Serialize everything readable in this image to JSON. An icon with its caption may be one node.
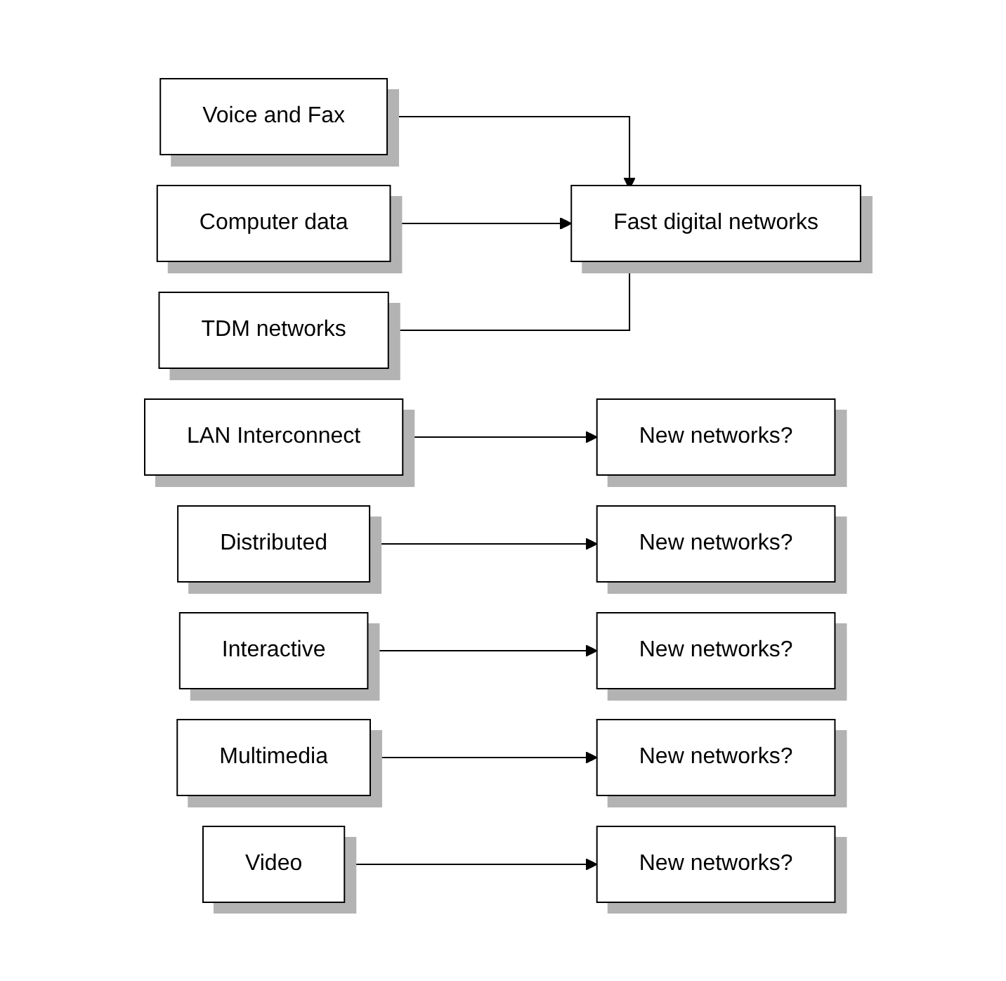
{
  "diagram": {
    "nodes": [
      {
        "text": [
          "Voice and Fax"
        ]
      },
      {
        "text": [
          "Computer data"
        ]
      },
      {
        "text": [
          "TDM networks"
        ]
      },
      {
        "text": [
          "Fast digital networks"
        ]
      },
      {
        "text": [
          "LAN Interconnect"
        ]
      },
      {
        "text": [
          "New networks?"
        ]
      },
      {
        "text": [
          "Distributed"
        ]
      },
      {
        "text": [
          "New networks?"
        ]
      },
      {
        "text": [
          "Interactive"
        ]
      },
      {
        "text": [
          "New networks?"
        ]
      },
      {
        "text": [
          "Multimedia"
        ]
      },
      {
        "text": [
          "New networks?"
        ]
      },
      {
        "text": [
          "Video"
        ]
      },
      {
        "text": [
          "New networks?"
        ]
      }
    ],
    "edges": [
      {
        "from": 0,
        "to": 3,
        "arrow": "to"
      },
      {
        "from": 1,
        "to": 3,
        "arrow": "to"
      },
      {
        "from": 2,
        "to": 3,
        "arrow": "to"
      },
      {
        "from": 4,
        "to": 5,
        "arrow": "to"
      },
      {
        "from": 6,
        "to": 7,
        "arrow": "to"
      },
      {
        "from": 8,
        "to": 9,
        "arrow": "to"
      },
      {
        "from": 10,
        "to": 11,
        "arrow": "to"
      },
      {
        "from": 12,
        "to": 13,
        "arrow": "to"
      }
    ]
  }
}
